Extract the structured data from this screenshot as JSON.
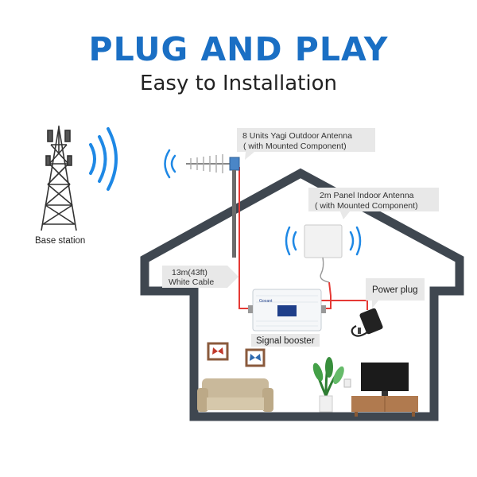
{
  "header": {
    "title": "PLUG AND PLAY",
    "subtitle": "Easy to Installation"
  },
  "labels": {
    "base_station": "Base station",
    "outdoor_antenna_line1": "8 Units Yagi Outdoor Antenna",
    "outdoor_antenna_line2": "( with Mounted Component)",
    "indoor_antenna_line1": "2m Panel Indoor Antenna",
    "indoor_antenna_line2": "( with Mounted Component)",
    "cable_line1": "13m(43ft)",
    "cable_line2": "White Cable",
    "power_plug": "Power plug",
    "signal_booster": "Signal booster"
  },
  "colors": {
    "title": "#1a6fc4",
    "signal_waves": "#1e88e5",
    "house_outline": "#3f4750",
    "cable": "#e53935",
    "callout_bg": "#e8e8e8"
  },
  "icons": [
    "tower-icon",
    "yagi-antenna-icon",
    "panel-antenna-icon",
    "booster-icon",
    "power-adapter-icon",
    "sofa-icon",
    "plant-icon",
    "tv-icon"
  ]
}
